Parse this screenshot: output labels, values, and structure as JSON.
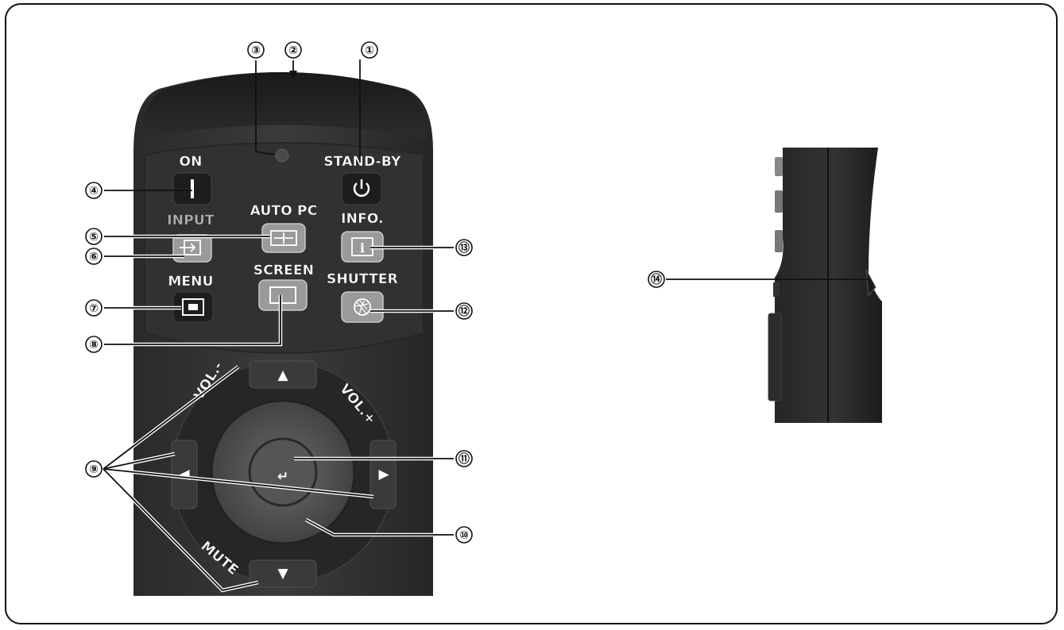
{
  "buttons": {
    "on": "ON",
    "standby": "STAND-BY",
    "input": "INPUT",
    "auto_pc": "AUTO PC",
    "info": "INFO.",
    "menu": "MENU",
    "screen": "SCREEN",
    "shutter": "SHUTTER",
    "vol_minus": "VOL.-",
    "vol_plus": "VOL.+",
    "mute": "MUTE"
  },
  "callouts": [
    "①",
    "②",
    "③",
    "④",
    "⑤",
    "⑥",
    "⑦",
    "⑧",
    "⑨",
    "⑩",
    "⑪",
    "⑫",
    "⑬",
    "⑭"
  ]
}
